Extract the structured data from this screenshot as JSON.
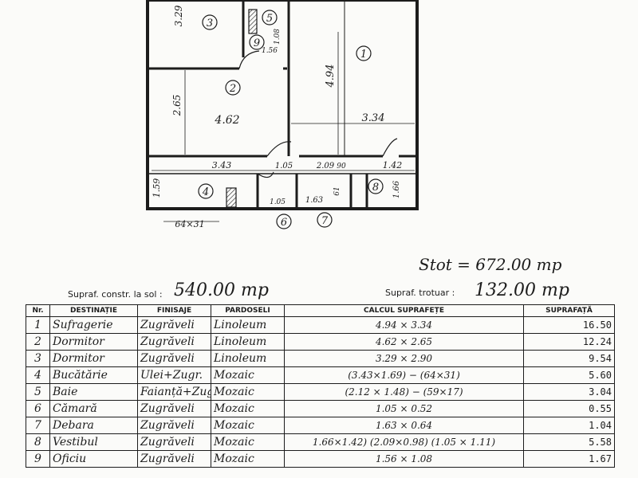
{
  "plan": {
    "room_numbers": [
      "1",
      "2",
      "3",
      "4",
      "5",
      "6",
      "7",
      "8",
      "9"
    ],
    "dimensions": [
      "3.29",
      "4.94",
      "2.65",
      "4.62",
      "3.34",
      "3.43",
      "1.05",
      "2.09",
      "90",
      "1.42",
      "1.59",
      "1.05",
      "1.63",
      "61",
      "1.66",
      "1.56",
      "1.08",
      "64×31"
    ]
  },
  "totals": {
    "stot": "Stot = 672.00 mp",
    "sol_label": "Supraf. constr. la sol :",
    "sol_value": "540.00 mp",
    "trotuar_label": "Supraf. trotuar :",
    "trotuar_value": "132.00 mp"
  },
  "table": {
    "headers": [
      "Nr.",
      "DESTINAȚIE",
      "FINISAJE",
      "PARDOSELI",
      "CALCUL SUPRAFEȚE",
      "SUPRAFAȚĂ"
    ],
    "rows": [
      {
        "nr": "1",
        "dest": "Sufragerie",
        "fin": "Zugrăveli",
        "pard": "Linoleum",
        "calc": "4.94 × 3.34",
        "area": "16.50"
      },
      {
        "nr": "2",
        "dest": "Dormitor",
        "fin": "Zugrăveli",
        "pard": "Linoleum",
        "calc": "4.62 × 2.65",
        "area": "12.24"
      },
      {
        "nr": "3",
        "dest": "Dormitor",
        "fin": "Zugrăveli",
        "pard": "Linoleum",
        "calc": "3.29 × 2.90",
        "area": "9.54"
      },
      {
        "nr": "4",
        "dest": "Bucătărie",
        "fin": "Ulei+Zugr.",
        "pard": "Mozaic",
        "calc": "(3.43×1.69) − (64×31)",
        "area": "5.60"
      },
      {
        "nr": "5",
        "dest": "Baie",
        "fin": "Faianță+Zugr.",
        "pard": "Mozaic",
        "calc": "(2.12 × 1.48) − (59×17)",
        "area": "3.04"
      },
      {
        "nr": "6",
        "dest": "Cămară",
        "fin": "Zugrăveli",
        "pard": "Mozaic",
        "calc": "1.05 × 0.52",
        "area": "0.55"
      },
      {
        "nr": "7",
        "dest": "Debara",
        "fin": "Zugrăveli",
        "pard": "Mozaic",
        "calc": "1.63 × 0.64",
        "area": "1.04"
      },
      {
        "nr": "8",
        "dest": "Vestibul",
        "fin": "Zugrăveli",
        "pard": "Mozaic",
        "calc": "1.66×1.42) (2.09×0.98) (1.05 × 1.11)",
        "area": "5.58"
      },
      {
        "nr": "9",
        "dest": "Oficiu",
        "fin": "Zugrăveli",
        "pard": "Mozaic",
        "calc": "1.56 × 1.08",
        "area": "1.67"
      }
    ]
  }
}
